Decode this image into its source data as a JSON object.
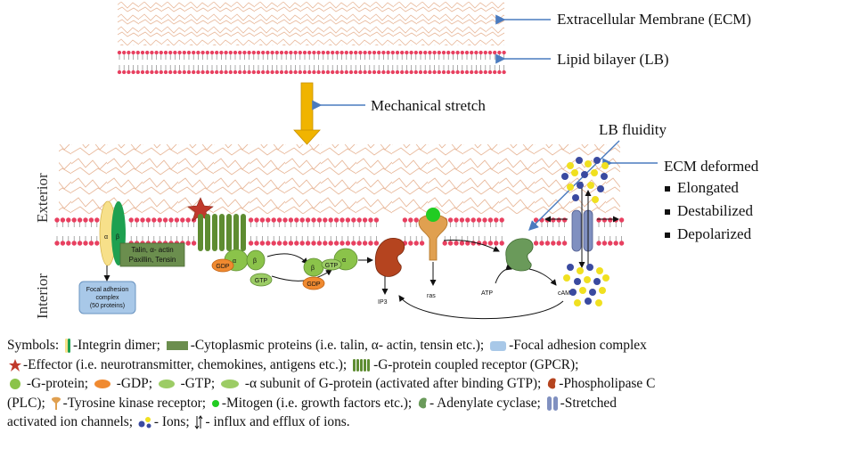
{
  "colors": {
    "ecm": "#e8b89a",
    "lipid_head": "#e84060",
    "lipid_tail": "#888888",
    "arrow_line": "#4a7bbf",
    "stretch_arrow": "#f0b400",
    "integrin_yellow": "#f7e08a",
    "integrin_green": "#1ea050",
    "cyto_protein": "#6b8e4e",
    "focal_adhesion": "#a8c8e8",
    "effector": "#c0392b",
    "gpcr": "#5e8c31",
    "g_protein": "#8bc34a",
    "gdp": "#f08a30",
    "gtp": "#9ccc65",
    "plc": "#b5441f",
    "tyrosine_kinase": "#e0a050",
    "mitogen": "#22cc22",
    "adenylate_cyclase": "#6a9a5a",
    "ion_channel": "#8090c0",
    "ion_blue": "#3a4aa0",
    "ion_yellow": "#f0e020"
  },
  "labels": {
    "ecm": "Extracellular  Membrane (ECM)",
    "lb": "Lipid bilayer (LB)",
    "stretch": "Mechanical stretch",
    "lb_fluidity": "LB fluidity",
    "ecm_deformed": "ECM deformed",
    "bullets": [
      "Elongated",
      "Destabilized",
      "Depolarized"
    ],
    "exterior": "Exterior",
    "interior": "Interior",
    "alpha": "α",
    "beta": "β",
    "talin": "Talin, α- actin",
    "paxillin": "Paxillin, Tensin",
    "focal_1": "Focal adhesion",
    "focal_2": "complex",
    "focal_3": "(50 proteins)",
    "gdp": "GDP",
    "gtp": "GTP",
    "ip3": "IP3",
    "ras": "ras",
    "atp": "ATP",
    "camp": "cAMP"
  },
  "legend": {
    "symbols_prefix": "Symbols: ",
    "integrin": "-Integrin dimer; ",
    "cyto": "-Cytoplasmic proteins (i.e. talin, α- actin, tensin etc.); ",
    "focal": "-Focal adhesion complex",
    "effector": "-Effector (i.e. neurotransmitter, chemokines, antigens etc.); ",
    "gpcr": "-G-protein coupled receptor (GPCR);",
    "gprotein": " -G-protein; ",
    "gdp": " -GDP; ",
    "gtp": " -GTP; ",
    "alpha": " -α subunit of G-protein (activated after binding GTP); ",
    "plc": "-Phospholipase C",
    "plc2": "(PLC); ",
    "tyrosine": "-Tyrosine kinase receptor; ",
    "mitogen": "-Mitogen (i.e. growth factors etc.); ",
    "adenylate": "- Adenylate cyclase; ",
    "channel": "-Stretched",
    "channel2": "activated ion channels; ",
    "ions": "- Ions; ",
    "flux": "- influx and efflux of ions."
  }
}
